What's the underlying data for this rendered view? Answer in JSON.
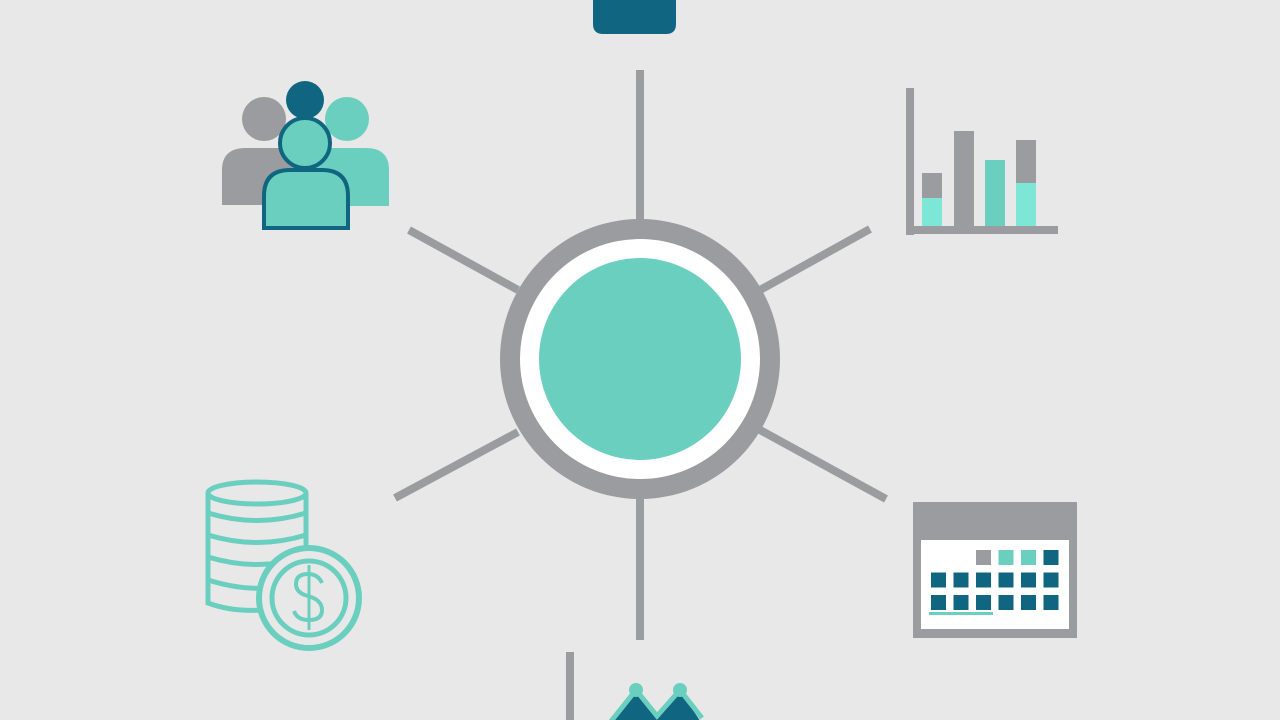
{
  "diagram": {
    "layout": "hub-and-spoke",
    "hub": {
      "name": "central-hub"
    },
    "nodes": [
      {
        "name": "people-group",
        "icon": "people-group-icon"
      },
      {
        "name": "bar-chart",
        "icon": "bar-chart-icon"
      },
      {
        "name": "calendar",
        "icon": "calendar-icon"
      },
      {
        "name": "trend-chart",
        "icon": "line-chart-icon"
      },
      {
        "name": "finance",
        "icon": "coins-dollar-icon"
      },
      {
        "name": "top-item",
        "icon": "rounded-tab-icon"
      }
    ]
  },
  "colors": {
    "background": "#e8e8e8",
    "gray": "#9b9c9f",
    "teal": "#6bcfc0",
    "dark_teal": "#106680",
    "white": "#ffffff"
  }
}
